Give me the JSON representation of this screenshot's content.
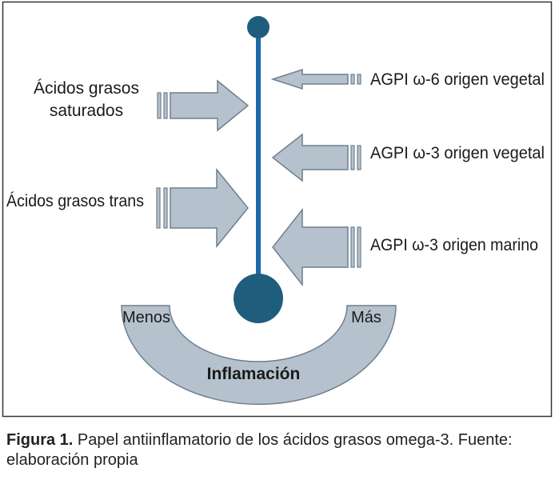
{
  "labels": {
    "saturated_line1": "Ácidos grasos",
    "saturated_line2": "saturados",
    "trans": "Ácidos grasos trans",
    "omega6_veg": "AGPI ω-6 origen vegetal",
    "omega3_veg": "AGPI ω-3 origen vegetal",
    "omega3_marine": "AGPI ω-3 origen marino",
    "less": "Menos",
    "more": "Más",
    "inflammation": "Inflamación"
  },
  "caption": {
    "lead": "Figura 1.",
    "text": " Papel antiinflamatorio de los ácidos grasos omega-3. Fuente: elaboración propia"
  },
  "colors": {
    "arrow_fill": "#b5c2cd",
    "arrow_stroke": "#6f7f8c",
    "rod": "#1d6aa8",
    "ball": "#1f5d7c",
    "frame": "#333333"
  }
}
